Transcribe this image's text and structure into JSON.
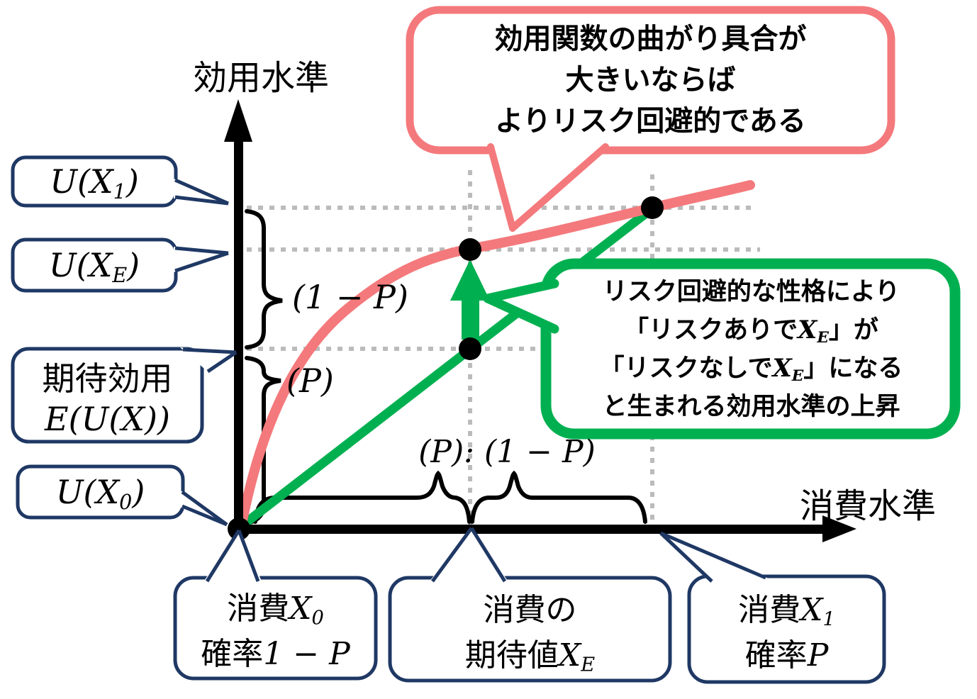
{
  "axes": {
    "y_label": "効用水準",
    "x_label": "消費水準"
  },
  "axis_callouts": {
    "u_x1": {
      "pre": "U(X",
      "sub": "1",
      "post": ")"
    },
    "u_xe": {
      "pre": "U(X",
      "sub": "E",
      "post": ")"
    },
    "expected_utility": {
      "caption": "期待効用",
      "formula": "E(U(X))"
    },
    "u_x0": {
      "pre": "U(X",
      "sub": "0",
      "post": ")"
    }
  },
  "x_callouts": {
    "x0": {
      "l1_jp": "消費",
      "l1_math": "X",
      "l1_sub": "0",
      "l2_jp": "確率",
      "l2_math": "1 − P"
    },
    "xe": {
      "l1_jp": "消費の",
      "l2_jp": "期待値",
      "l2_math": "X",
      "l2_sub": "E"
    },
    "x1": {
      "l1_jp": "消費",
      "l1_math": "X",
      "l1_sub": "1",
      "l2_jp": "確率",
      "l2_math": "P"
    }
  },
  "bubbles": {
    "red": {
      "l1": "効用関数の曲がり具合が",
      "l2": "大きいならば",
      "l3": "よりリスク回避的である"
    },
    "green": {
      "l1": "リスク回避的な性格により",
      "l2_pre": "「リスクありで",
      "l2_math": "X",
      "l2_sub": "E",
      "l2_post": "」が",
      "l3_pre": "「リスクなしで",
      "l3_math": "X",
      "l3_sub": "E",
      "l3_post": "」になる",
      "l4": "と生まれる効用水準の上昇"
    }
  },
  "fractions": {
    "one_minus_p": "(1 − P)",
    "p": "(P)",
    "ratio": "(P): (1 − P)"
  },
  "colors": {
    "curve_red": "#F4797C",
    "line_green": "#00B050",
    "callout_navy": "#1F3864",
    "grid_gray": "#BBBBBB",
    "axis_black": "#000000"
  }
}
